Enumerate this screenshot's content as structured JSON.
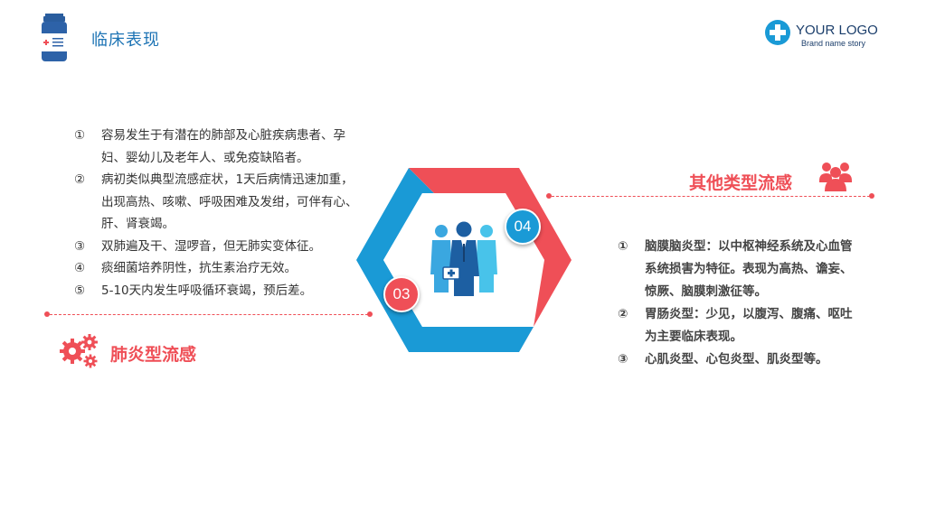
{
  "header": {
    "title": "临床表现"
  },
  "logo": {
    "title": "YOUR LOGO",
    "subtitle": "Brand name story"
  },
  "left_section": {
    "label": "肺炎型流感",
    "items": [
      {
        "num": "①",
        "text": "容易发生于有潜在的肺部及心脏疾病患者、孕妇、婴幼儿及老年人、或免疫缺陷者。"
      },
      {
        "num": "②",
        "text": "病初类似典型流感症状，1天后病情迅速加重，出现高热、咳嗽、呼吸困难及发绀，可伴有心、肝、肾衰竭。"
      },
      {
        "num": "③",
        "text": "双肺遍及干、湿啰音，但无肺实变体征。"
      },
      {
        "num": "④",
        "text": "痰细菌培养阴性，抗生素治疗无效。"
      },
      {
        "num": "⑤",
        "text": "5-10天内发生呼吸循环衰竭，预后差。"
      }
    ]
  },
  "right_section": {
    "label": "其他类型流感",
    "items": [
      {
        "num": "①",
        "text": "脑膜脑炎型：以中枢神经系统及心血管系统损害为特征。表现为高热、谵妄、惊厥、脑膜刺激征等。"
      },
      {
        "num": "②",
        "text": "胃肠炎型：少见，以腹泻、腹痛、呕吐为主要临床表现。"
      },
      {
        "num": "③",
        "text": "心肌炎型、心包炎型、肌炎型等。"
      }
    ]
  },
  "badges": {
    "left": "03",
    "right": "04"
  },
  "colors": {
    "accent_red": "#ef4f57",
    "accent_blue": "#1a9ad6",
    "title_blue": "#1c73b4"
  },
  "icons": [
    "medicine-bottle-icon",
    "medical-cross-icon",
    "doctors-group-icon",
    "gears-icon",
    "people-group-icon"
  ]
}
